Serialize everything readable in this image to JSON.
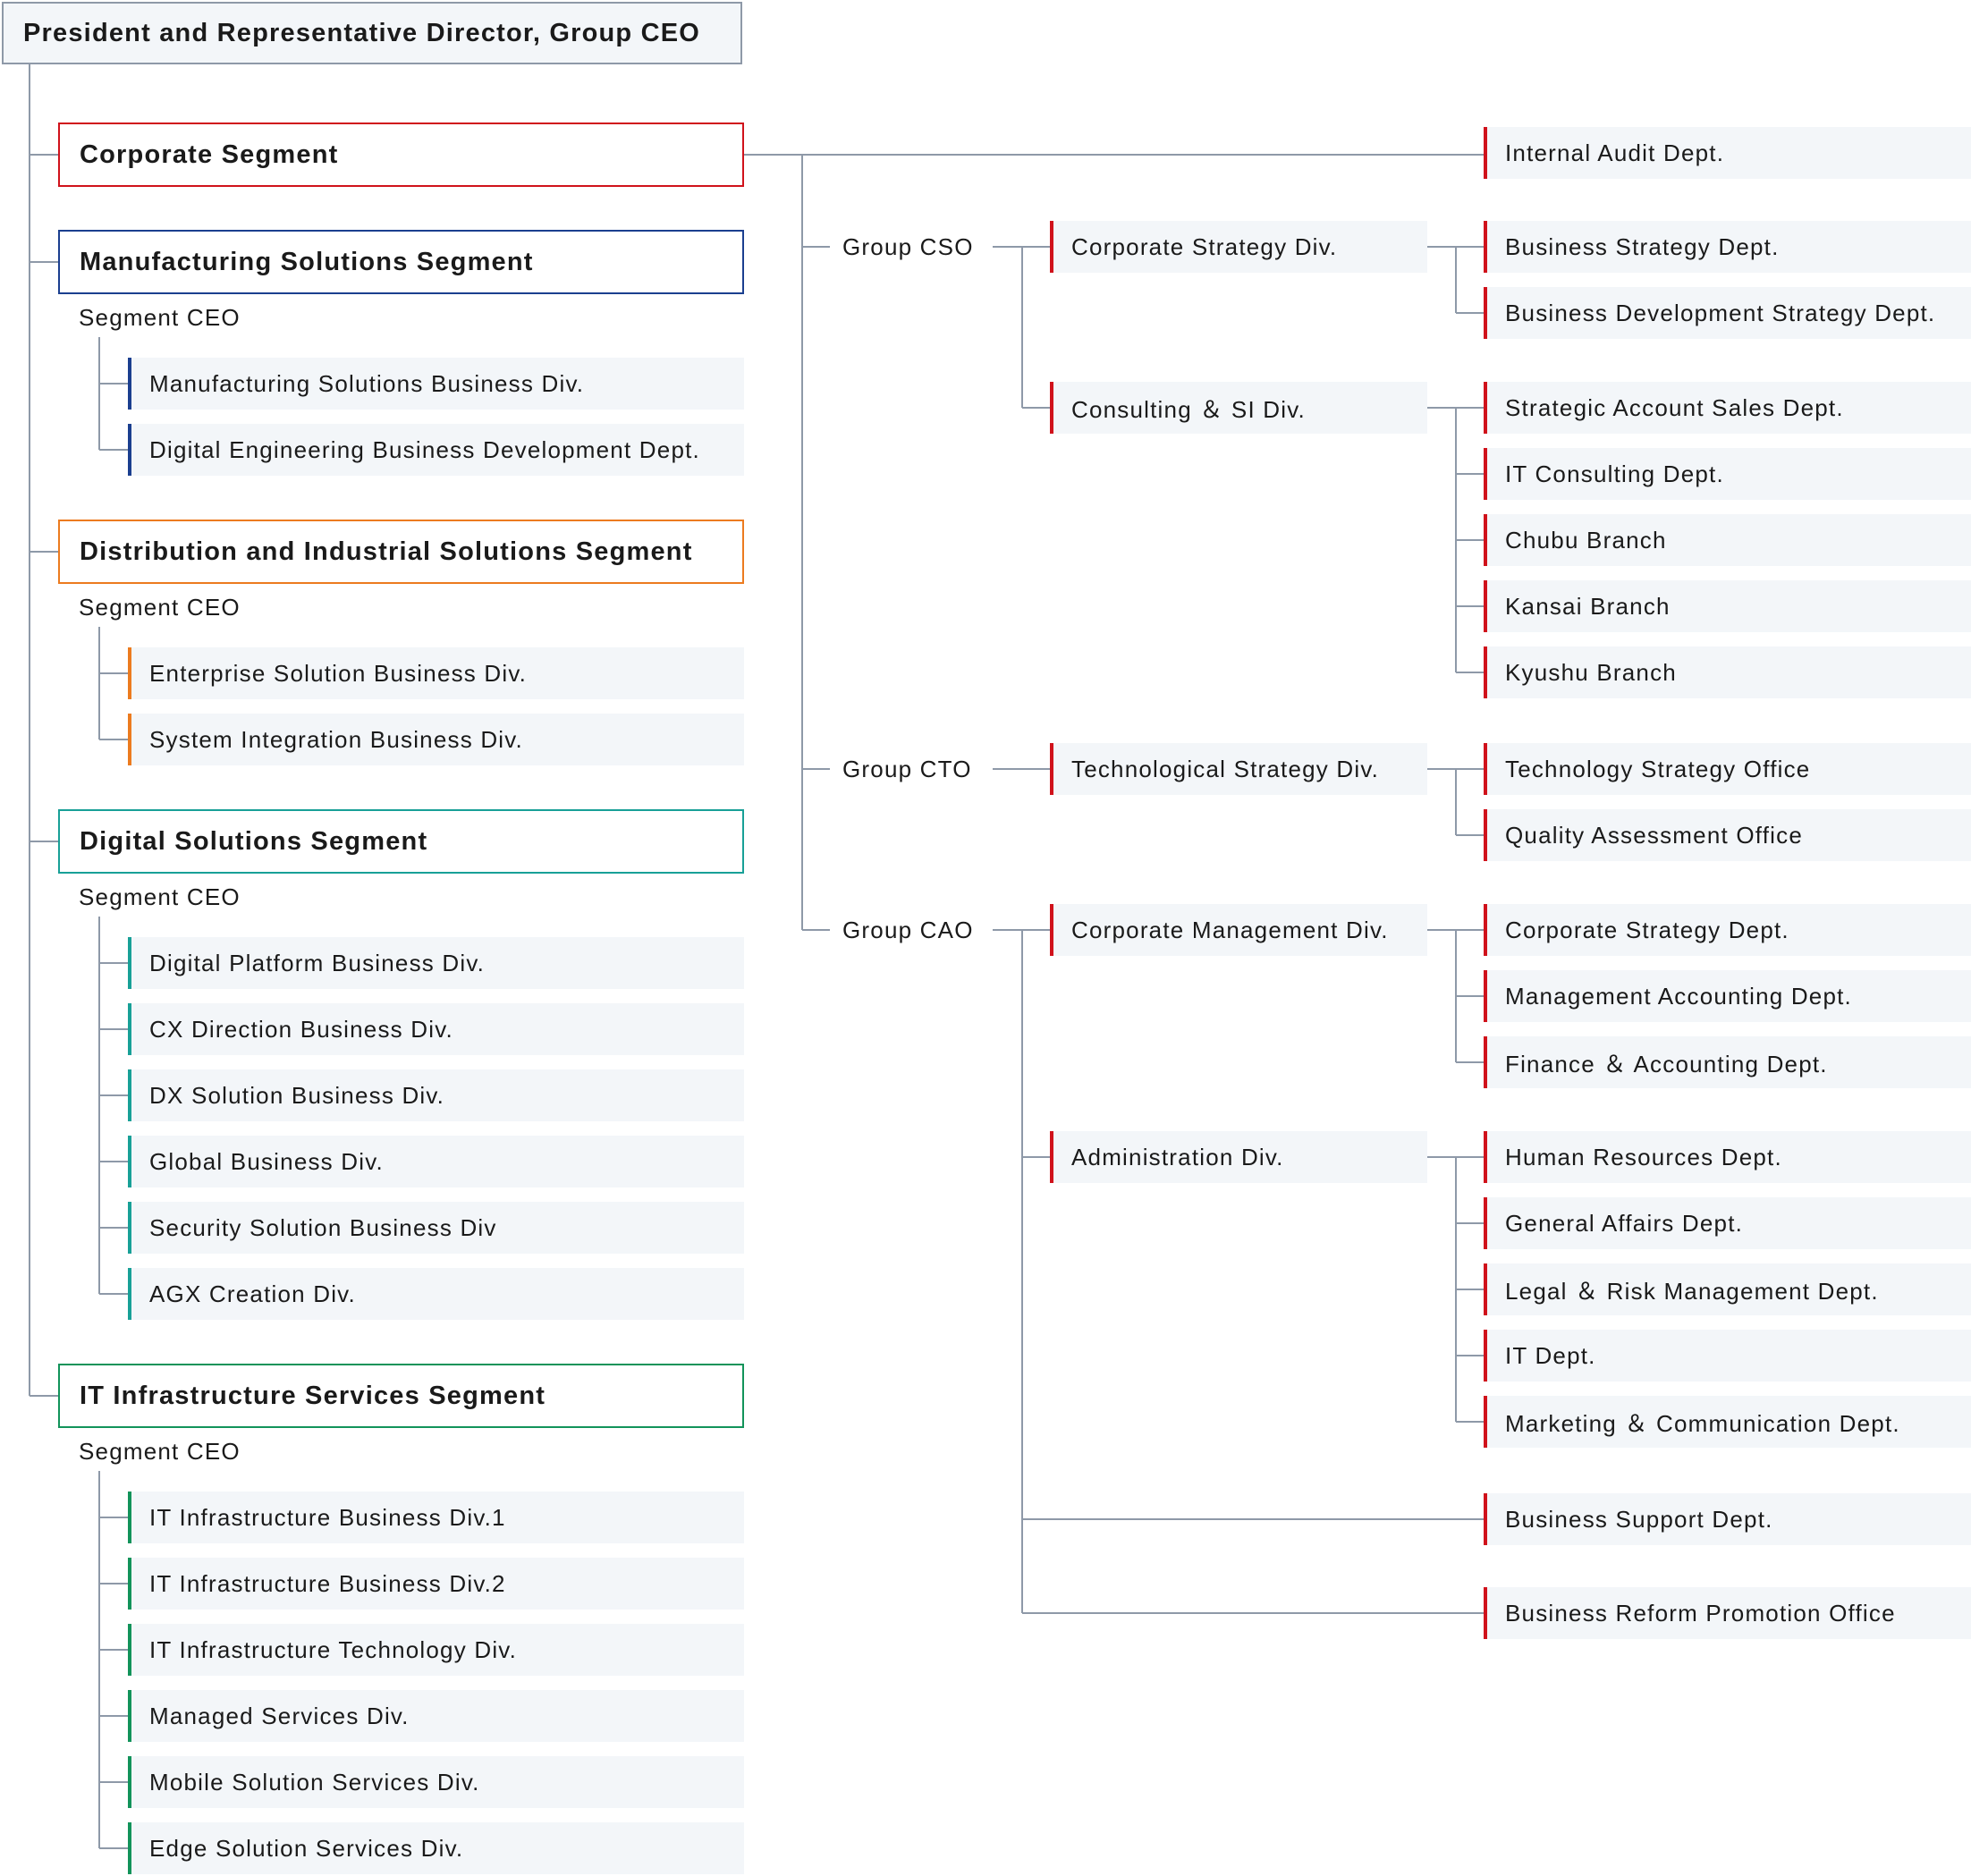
{
  "colors": {
    "line": "#8e99a8",
    "corporate": "#d0121b",
    "manufacturing": "#1b3f8f",
    "distribution": "#ec7b1f",
    "digital": "#18a097",
    "infrastructure": "#12935a"
  },
  "ceo": "President and Representative Director, Group CEO",
  "segments": [
    {
      "key": "corporate",
      "title": "Corporate Segment",
      "color": "#d0121b",
      "units": []
    },
    {
      "key": "manufacturing",
      "title": "Manufacturing Solutions Segment",
      "color": "#1b3f8f",
      "segment_ceo": "Segment CEO",
      "units": [
        "Manufacturing Solutions Business Div.",
        "Digital Engineering Business Development Dept."
      ]
    },
    {
      "key": "distribution",
      "title": "Distribution and Industrial Solutions Segment",
      "color": "#ec7b1f",
      "segment_ceo": "Segment CEO",
      "units": [
        "Enterprise Solution Business Div.",
        "System Integration Business Div."
      ]
    },
    {
      "key": "digital",
      "title": "Digital Solutions Segment",
      "color": "#18a097",
      "segment_ceo": "Segment CEO",
      "units": [
        "Digital Platform Business Div.",
        "CX Direction Business Div.",
        "DX Solution Business Div.",
        "Global Business Div.",
        "Security Solution Business Div",
        "AGX Creation Div."
      ]
    },
    {
      "key": "infrastructure",
      "title": "IT Infrastructure Services Segment",
      "color": "#12935a",
      "segment_ceo": "Segment CEO",
      "units": [
        "IT Infrastructure Business Div.1",
        "IT Infrastructure Business Div.2",
        "IT Infrastructure Technology Div.",
        "Managed Services Div.",
        "Mobile Solution Services Div.",
        "Edge Solution Services Div."
      ]
    }
  ],
  "corporate": {
    "direct": [
      "Internal Audit Dept."
    ],
    "officers": [
      {
        "name": "Group CSO",
        "divisions": [
          {
            "name": "Corporate Strategy Div.",
            "depts": [
              "Business Strategy Dept.",
              "Business Development Strategy Dept."
            ]
          },
          {
            "name": "Consulting ＆ SI Div.",
            "depts": [
              "Strategic Account Sales Dept.",
              "IT Consulting Dept.",
              "Chubu Branch",
              "Kansai Branch",
              "Kyushu Branch"
            ]
          }
        ]
      },
      {
        "name": "Group CTO",
        "divisions": [
          {
            "name": "Technological Strategy Div.",
            "depts": [
              "Technology Strategy Office",
              "Quality Assessment Office"
            ]
          }
        ]
      },
      {
        "name": "Group CAO",
        "divisions": [
          {
            "name": "Corporate Management Div.",
            "depts": [
              "Corporate Strategy Dept.",
              "Management Accounting Dept.",
              "Finance ＆ Accounting Dept."
            ]
          },
          {
            "name": "Administration Div.",
            "depts": [
              "Human Resources Dept.",
              "General Affairs Dept.",
              "Legal ＆ Risk Management Dept.",
              "IT Dept.",
              "Marketing ＆ Communication Dept."
            ]
          }
        ],
        "direct_depts": [
          "Business Support Dept.",
          "Business Reform Promotion Office"
        ]
      }
    ]
  }
}
